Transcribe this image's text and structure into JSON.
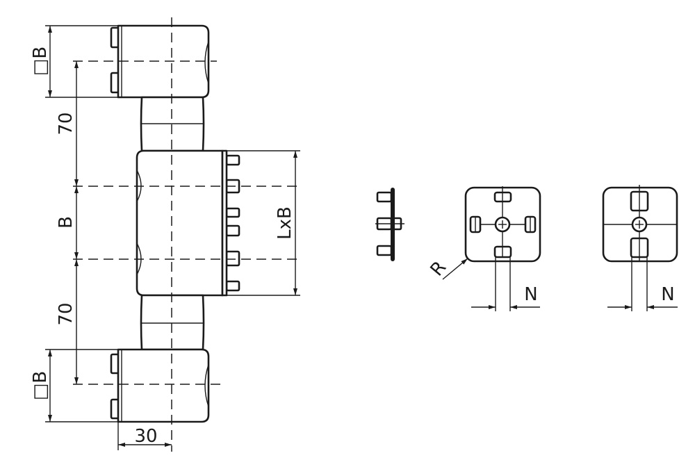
{
  "labels": {
    "square_b_top": "□B",
    "dim_70_top": "70",
    "dim_b": "B",
    "dim_70_bottom": "70",
    "square_b_bottom": "□B",
    "dim_lxb": "LxB",
    "dim_30": "30",
    "radius": "R",
    "n_left": "N",
    "n_right": "N"
  },
  "colors": {
    "line": "#1a1a1a",
    "background": "#ffffff"
  }
}
